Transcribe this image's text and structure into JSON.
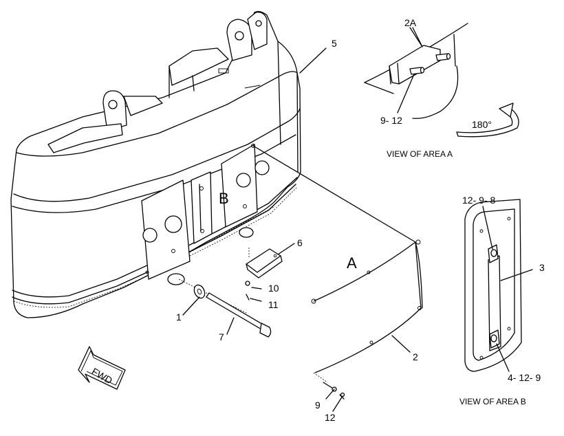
{
  "labels": {
    "p1": "1",
    "p2": "2",
    "p2a": "2A",
    "p3": "3",
    "p4_12_9": "4- 12- 9",
    "p5": "5",
    "p6": "6",
    "p7": "7",
    "p9": "9",
    "p9_12": "9- 12",
    "p10": "10",
    "p11": "11",
    "p12": "12",
    "p12_9_8": "12- 9- 8",
    "area_a_mark": "A",
    "area_b_mark": "B",
    "fwd": "FWD",
    "rotation": "180°"
  },
  "captions": {
    "view_area_a": "VIEW OF AREA A",
    "view_area_b": "VIEW OF AREA B"
  }
}
